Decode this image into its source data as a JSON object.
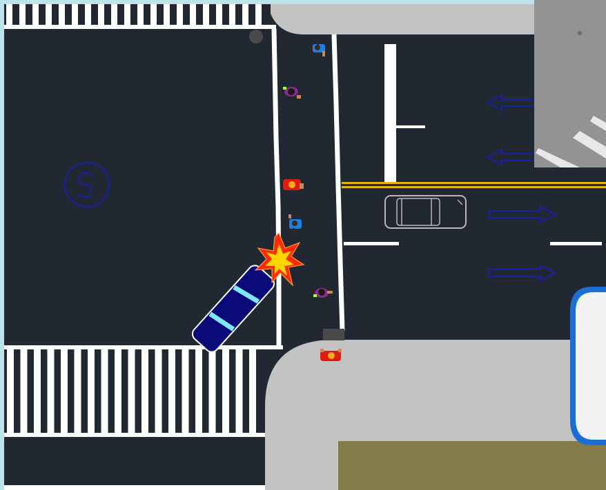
{
  "diagram": {
    "title": "",
    "description_hidden": ""
  },
  "colors": {
    "frame": "#bfe3ea",
    "asphalt": "#222831",
    "sidewalk": "#c3c3c3",
    "lane_marking": "#ffffff",
    "center_line": "#e5b21a",
    "direction_arrow": "#1620a8",
    "grass": "#857a4a",
    "striking_car": "#0a0a78",
    "striking_car_glass": "#7fe8ff",
    "parked_car": "#b9b9b9",
    "island_border": "#1a6fd6",
    "impact_burst_outer": "#ff2a00",
    "impact_burst_inner": "#ffd400"
  },
  "vehicles": [
    {
      "role": "striking-vehicle",
      "color_name": "dark-blue",
      "heading": "northeast"
    },
    {
      "role": "other-vehicle",
      "color_name": "white-outline",
      "heading": "east"
    }
  ],
  "pedestrians": [
    {
      "shirt": "blue"
    },
    {
      "shirt": "purple"
    },
    {
      "shirt": "red"
    },
    {
      "shirt": "blue"
    },
    {
      "shirt": "purple"
    },
    {
      "shirt": "red"
    }
  ],
  "icons": {
    "symbol_circle": "s-circle-icon",
    "impact": "collision-burst-icon",
    "arrows": "lane-direction-arrow-icon"
  }
}
